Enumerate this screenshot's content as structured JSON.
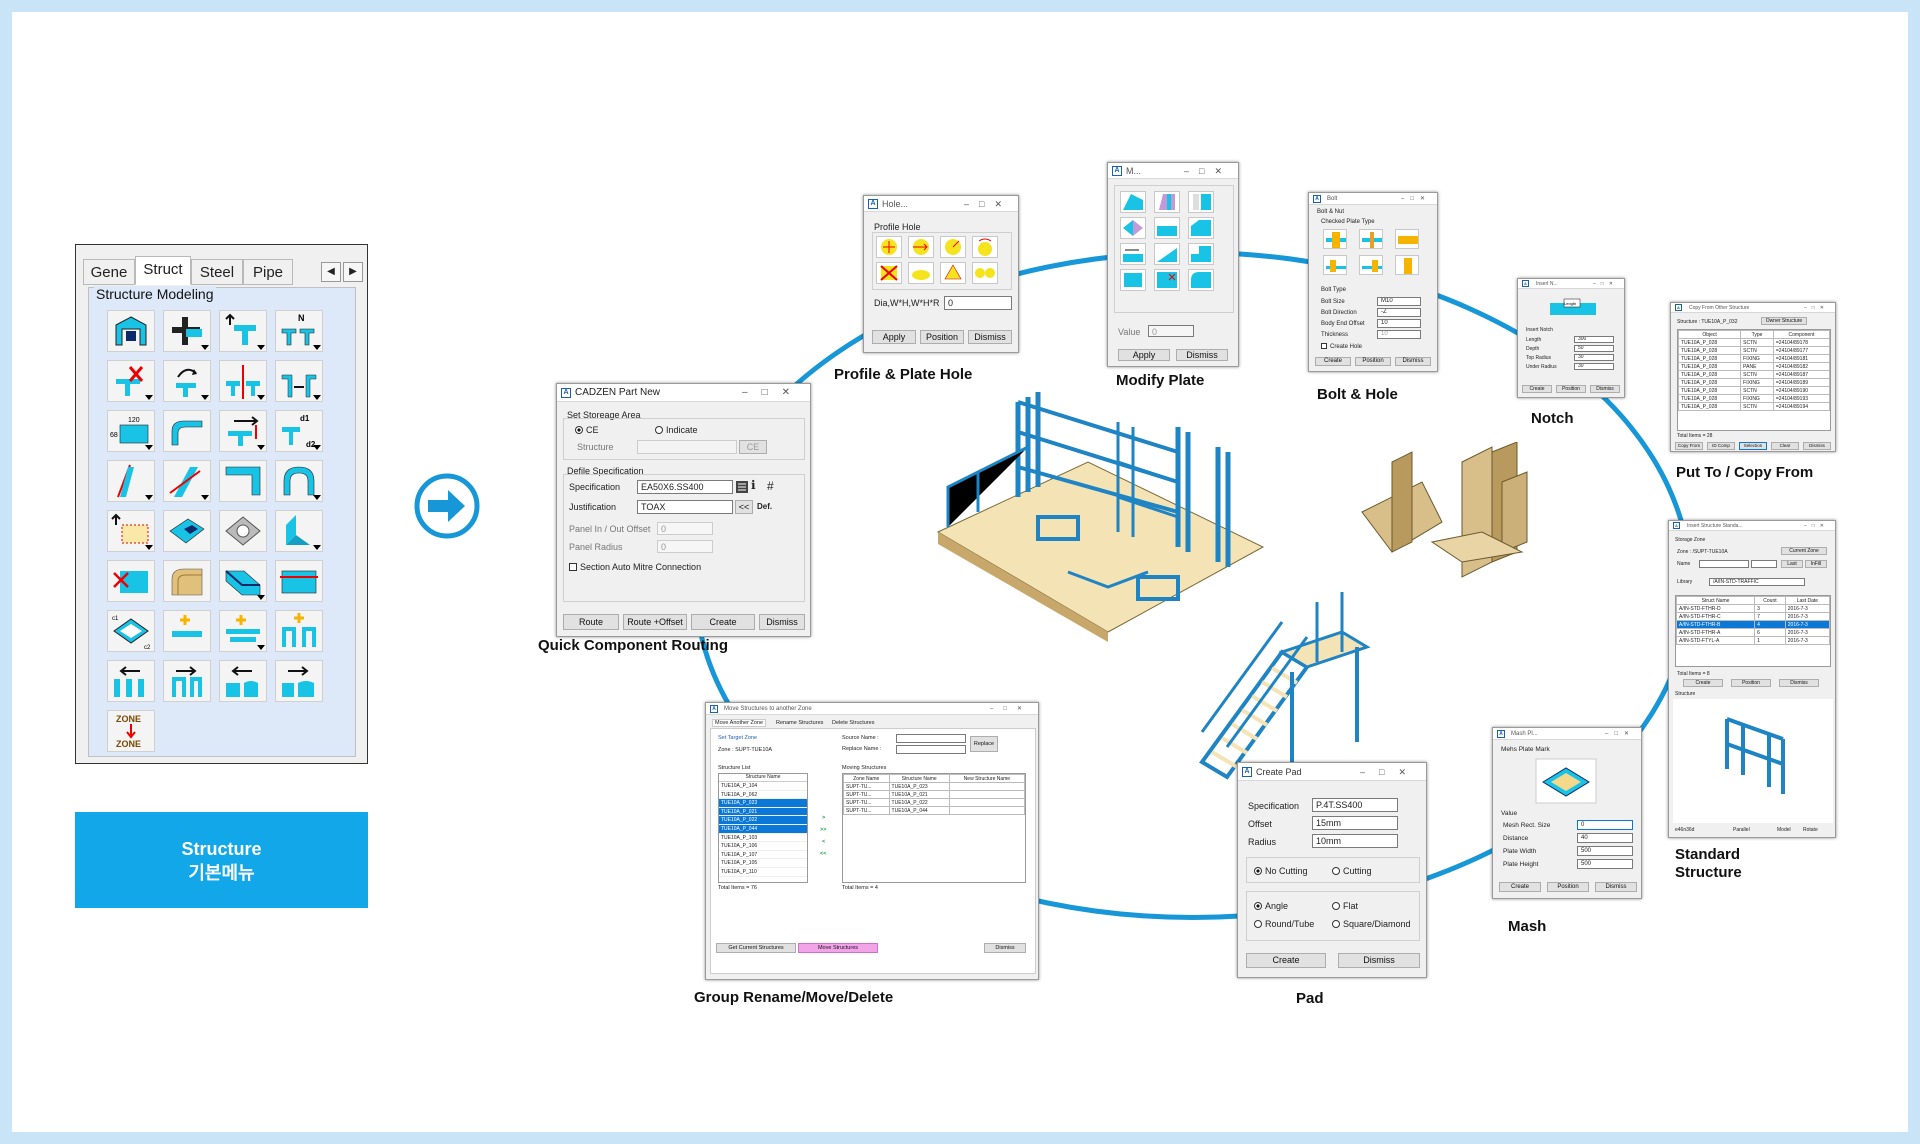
{
  "toolbar": {
    "tabs": [
      "Gene",
      "Struct",
      "Steel",
      "Pipe"
    ],
    "active_tab": "Struct",
    "section_title": "Structure Modeling",
    "zone_icon_text": [
      "ZONE",
      "ZONE"
    ]
  },
  "menu_button": {
    "line1": "Structure",
    "line2": "기본메뉴"
  },
  "captions": {
    "profile_hole": "Profile & Plate Hole",
    "modify_plate": "Modify Plate",
    "bolt_hole": "Bolt & Hole",
    "notch": "Notch",
    "put_copy": "Put To / Copy From",
    "quick_routing": "Quick Component Routing",
    "standard_structure_1": "Standard",
    "standard_structure_2": "Structure",
    "mash": "Mash",
    "pad": "Pad",
    "group_rename": "Group Rename/Move/Delete"
  },
  "hole_dialog": {
    "title": "Hole...",
    "group": "Profile Hole",
    "field_label": "Dia,W*H,W*H*R",
    "field_value": "0",
    "buttons": [
      "Apply",
      "Position",
      "Dismiss"
    ]
  },
  "modify_dialog": {
    "title": "M...",
    "value_label": "Value",
    "value": "0",
    "buttons": [
      "Apply",
      "Dismiss"
    ]
  },
  "bolt_dialog": {
    "title": "Bolt",
    "group1": "Bolt & Nut",
    "group1_sub": "Checked Plate Type",
    "group2": "Bolt Type",
    "rows": [
      {
        "label": "Bolt Size",
        "value": "M10"
      },
      {
        "label": "Bolt Direction",
        "value": "-Z"
      },
      {
        "label": "Body End Offset",
        "value": "10"
      },
      {
        "label": "Thickness",
        "value": "10"
      }
    ],
    "create_hole": "Create Hole",
    "buttons": [
      "Create",
      "Position",
      "Dismiss"
    ]
  },
  "notch_dialog": {
    "title": "Insert N...",
    "section": "Insert Notch",
    "rows": [
      {
        "label": "Length",
        "value": "300"
      },
      {
        "label": "Depth",
        "value": "50"
      },
      {
        "label": "Top Radius",
        "value": "30"
      },
      {
        "label": "Under Radius",
        "value": "30"
      }
    ],
    "buttons": [
      "Create",
      "Position",
      "Dismiss"
    ]
  },
  "copy_dialog": {
    "title": "Copy From Other Structure",
    "structure_label": "Structure : TUE10A_P_032",
    "owner_button": "Owner Structure",
    "headers": [
      "Object",
      "Type",
      "Component"
    ],
    "rows": [
      [
        "TUE10A_P_028",
        "SCTN",
        "=24104/89178"
      ],
      [
        "TUE10A_P_028",
        "SCTN",
        "=24104/89177"
      ],
      [
        "TUE10A_P_028",
        "FIXING",
        "=24104/89181"
      ],
      [
        "TUE10A_P_028",
        "PANE",
        "=24104/89182"
      ],
      [
        "TUE10A_P_028",
        "SCTN",
        "=24104/89187"
      ],
      [
        "TUE10A_P_028",
        "FIXING",
        "=24104/89189"
      ],
      [
        "TUE10A_P_028",
        "SCTN",
        "=24104/89190"
      ],
      [
        "TUE10A_P_028",
        "FIXING",
        "=24104/89193"
      ],
      [
        "TUE10A_P_028",
        "SCTN",
        "=24104/89194"
      ]
    ],
    "total": "Total Items = 28",
    "buttons": [
      "Copy From",
      "ID Comp",
      "Selection",
      "Clear",
      "Dismiss"
    ]
  },
  "part_new_dialog": {
    "title": "CADZEN Part New",
    "group1": "Set Storeage Area",
    "radio1": "CE",
    "radio2": "Indicate",
    "structure_label": "Structure",
    "ce_button": "CE",
    "group2": "Defile Specification",
    "spec_label": "Specification",
    "spec_value": "EA50X6.SS400",
    "just_label": "Justification",
    "just_value": "TOAX",
    "just_btn1": "<<",
    "just_btn2": "Def.",
    "hash": "#",
    "offset_label": "Panel  In / Out Offset",
    "offset_value": "0",
    "radius_label": "Panel Radius",
    "radius_value": "0",
    "mitre": "Section Auto Mitre Connection",
    "buttons": [
      "Route",
      "Route +Offset",
      "Create",
      "Dismiss"
    ]
  },
  "standard_dialog": {
    "title": "Insert Structure Standa...",
    "group": "Storage Zone",
    "zone_label": "Zone : /SUPT-TUE10A",
    "zone_button": "Current Zone",
    "name_label": "Name",
    "name_buttons": [
      "Last",
      "InFill"
    ],
    "library_label": "Library",
    "library_value": "/A/IN-STD-TRAFFIC",
    "headers": [
      "Struct Name",
      "Count",
      "Last Date"
    ],
    "rows": [
      [
        "A/IN-STD-FTHR-D",
        "3",
        "2016-7-3"
      ],
      [
        "A/IN-STD-FTHR-C",
        "7",
        "2016-7-3"
      ],
      [
        "A/IN-STD-FTHR-B",
        "4",
        "2016-7-3"
      ],
      [
        "A/IN-STD-FTHR-A",
        "6",
        "2016-7-3"
      ],
      [
        "A/IN-STD-FTYL-A",
        "1",
        "2016-7-3"
      ]
    ],
    "total": "Total Items = 8",
    "buttons": [
      "Create",
      "Position",
      "Dismiss"
    ],
    "preview_label": "Structure",
    "footer": [
      "e46n36d",
      "Parallel",
      "Model",
      "Rotate"
    ]
  },
  "mash_dialog": {
    "title": "Mash Pl...",
    "group": "Mehs Plate Mark",
    "value_label": "Value",
    "rows": [
      {
        "label": "Mesh Rect. Size",
        "value": "0"
      },
      {
        "label": "Distance",
        "value": "40"
      },
      {
        "label": "Plate Width",
        "value": "500"
      },
      {
        "label": "Plate Height",
        "value": "500"
      }
    ],
    "buttons": [
      "Create",
      "Position",
      "Dismiss"
    ]
  },
  "pad_dialog": {
    "title": "Create Pad",
    "rows": [
      {
        "label": "Specification",
        "value": "P.4T.SS400"
      },
      {
        "label": "Offset",
        "value": "15mm"
      },
      {
        "label": "Radius",
        "value": "10mm"
      }
    ],
    "radios": [
      "No Cutting",
      "Cutting",
      "Angle",
      "Flat",
      "Round/Tube",
      "Square/Diamond"
    ],
    "buttons": [
      "Create",
      "Dismiss"
    ]
  },
  "move_dialog": {
    "title": "Move Structures to another Zone",
    "tabs": [
      "Move Another Zone",
      "Rename Structures",
      "Delete Structures"
    ],
    "target_label": "Set Target Zone",
    "zone_label": "Zone : SUPT-TUE10A",
    "source_label": "Source Name :",
    "replace_label": "Replace Name :",
    "replace_button": "Replace",
    "list_label": "Structure List",
    "list_header": "Structure Name",
    "list_items": [
      "TUE10A_P_104",
      "TUE10A_P_062",
      "TUE10A_P_023",
      "TUE10A_P_021",
      "TUE10A_P_022",
      "TUE10A_P_044",
      "TUE10A_P_103",
      "TUE10A_P_106",
      "TUE10A_P_107",
      "TUE10A_P_105",
      "TUE10A_P_110"
    ],
    "list_total": "Total Items = 76",
    "moving_label": "Moving Structures",
    "moving_headers": [
      "Zone Name",
      "Structure Name",
      "New Structure Name"
    ],
    "moving_rows": [
      [
        "SUPT-TU...",
        "TUE10A_P_023",
        ""
      ],
      [
        "SUPT-TU...",
        "TUE10A_P_021",
        ""
      ],
      [
        "SUPT-TU...",
        "TUE10A_P_022",
        ""
      ],
      [
        "SUPT-TU...",
        "TUE10A_P_044",
        ""
      ]
    ],
    "moving_total": "Total Items = 4",
    "arrows": [
      ">",
      ">>",
      "<",
      "<<"
    ],
    "buttons": [
      "Get Current Structures",
      "Move Structures",
      "Dismiss"
    ]
  },
  "colors": {
    "ring": "#1797d8",
    "menu": "#12a7e8",
    "icon_cyan": "#19c3e6",
    "structure_blue": "#1f84c4",
    "deck": "#f4e3b5"
  }
}
